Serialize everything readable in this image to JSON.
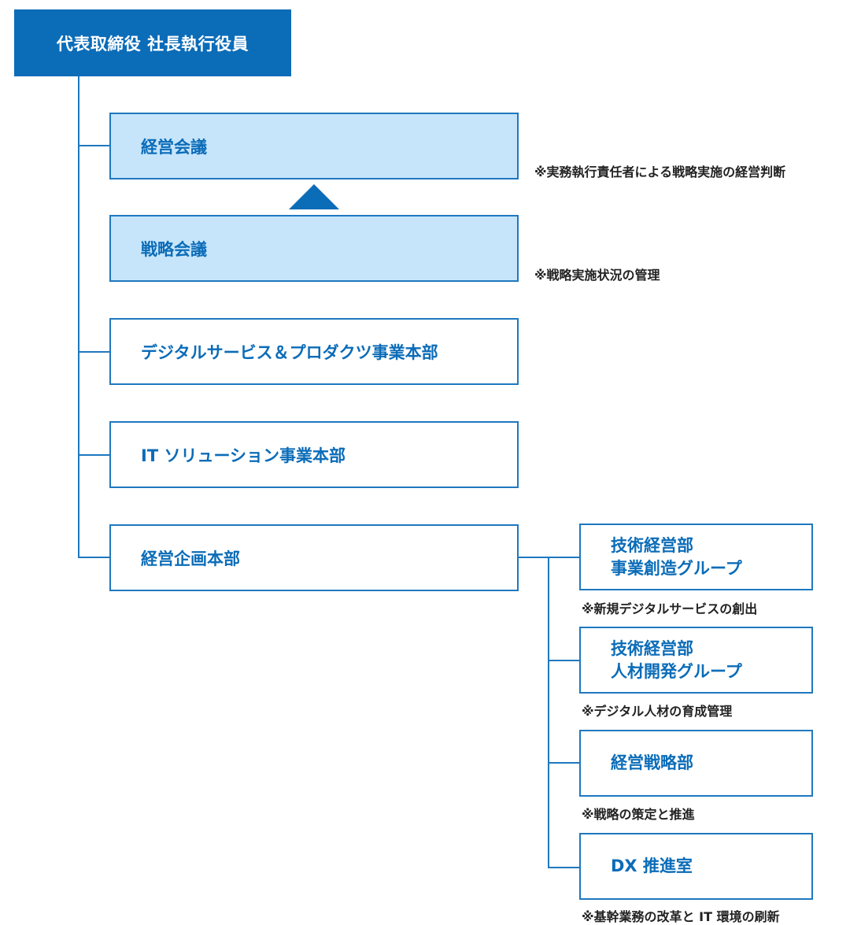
{
  "ceo": {
    "label": "代表取締役 社長執行役員"
  },
  "nodes": {
    "management_meeting": {
      "label": "経営会議",
      "note": "※実務執行責任者による戦略実施の経営判断"
    },
    "strategy_meeting": {
      "label": "戦略会議",
      "note": "※戦略実施状況の管理"
    },
    "digital_services": {
      "label": "デジタルサービス＆プロダクツ事業本部"
    },
    "it_solutions": {
      "label": "IT ソリューション事業本部"
    },
    "corporate_planning": {
      "label": "経営企画本部"
    }
  },
  "sub_nodes": [
    {
      "line1": "技術経営部",
      "line2": "事業創造グループ",
      "note": "※新規デジタルサービスの創出"
    },
    {
      "line1": "技術経営部",
      "line2": "人材開発グループ",
      "note": "※デジタル人材の育成管理"
    },
    {
      "line1": "経営戦略部",
      "line2": "",
      "note": "※戦略の策定と推進"
    },
    {
      "line1": "DX 推進室",
      "line2": "",
      "note": "※基幹業務の改革と IT 環境の刷新"
    }
  ],
  "colors": {
    "primary": "#0b6cb8",
    "line": "#1f78bf",
    "fill_light": "#c6e5fb",
    "note_text": "#222222"
  },
  "icons": {
    "upward_arrow": "triangle-up"
  }
}
